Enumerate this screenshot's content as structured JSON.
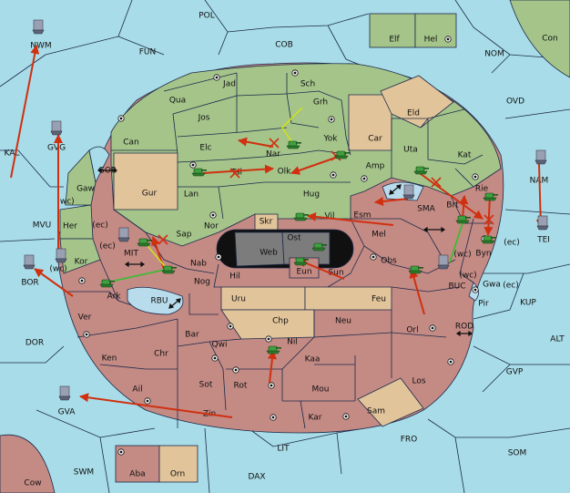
{
  "colors": {
    "sea": "#a8dce8",
    "green": "#a4c48a",
    "red": "#c48a84",
    "tan": "#e2c49a",
    "black": "#101010",
    "grey": "#7c7c7c",
    "lake": "#b8dcec",
    "move": "#d03010",
    "support": "#d0e020",
    "support2": "#30c030"
  },
  "labels": {
    "POL": "POL",
    "COB": "COB",
    "FUN": "FUN",
    "NWM": "NWM",
    "NOM": "NOM",
    "Con": "Con",
    "Elf": "Elf",
    "Hel": "Hel",
    "OVD": "OVD",
    "KAL": "KAL",
    "Jad": "Jad",
    "Sch": "Sch",
    "Qua": "Qua",
    "Jos": "Jos",
    "Grh": "Grh",
    "Eld": "Eld",
    "Can": "Can",
    "Car": "Car",
    "GVG": "GVG",
    "Elc": "Elc",
    "Nar": "Nar",
    "Yok": "Yok",
    "Uta": "Uta",
    "Kat": "Kat",
    "GOR": "GOR",
    "Gaw": "Gaw",
    "Amp": "Amp",
    "NAM": "NAM",
    "Tal": "Tal",
    "Olk": "Olk",
    "Gur": "Gur",
    "Lan": "Lan",
    "Hug": "Hug",
    "Rie": "Rie",
    "Brt": "Brt",
    "SMA": "SMA",
    "MVU": "MVU",
    "Her": "Her",
    "ec1": "(ec)",
    "wc1": "(wc)",
    "Nor": "Nor",
    "Vil": "Vil",
    "Esm": "Esm",
    "TEI": "TEI",
    "Sap": "Sap",
    "Skr": "Skr",
    "Ost": "Ost",
    "Mel": "Mel",
    "Byn": "Byn",
    "ec2": "(ec)",
    "MIT": "MIT",
    "ec3": "(ec)",
    "Web": "Web",
    "Kor": "Kor",
    "BOR": "BOR",
    "wc2": "(wc)",
    "Nab": "Nab",
    "Eun": "Eun",
    "Obs": "Obs",
    "wc3": "(wc)",
    "Sun": "Sun",
    "wc4": "(wc)",
    "Gwa": "Gwa",
    "ec4": "(ec)",
    "Ark": "Ark",
    "Hil": "Hil",
    "BUC": "BUC",
    "RBU": "RBU",
    "Nog": "Nog",
    "Pir": "Pir",
    "KUP": "KUP",
    "Uru": "Uru",
    "Feu": "Feu",
    "Ver": "Ver",
    "Chp": "Chp",
    "Neu": "Neu",
    "Orl": "Orl",
    "ROD": "ROD",
    "Bar": "Bar",
    "DOR": "DOR",
    "Qwi": "Qwi",
    "Nil": "Nil",
    "ALT": "ALT",
    "Ken": "Ken",
    "Chr": "Chr",
    "Kaa": "Kaa",
    "GVP": "GVP",
    "Los": "Los",
    "Ail": "Ail",
    "Sot": "Sot",
    "Rot": "Rot",
    "Mou": "Mou",
    "GVA": "GVA",
    "Zin": "Zin",
    "Sam": "Sam",
    "Kar": "Kar",
    "FRO": "FRO",
    "LIT": "LIT",
    "SOM": "SOM",
    "SWM": "SWM",
    "Aba": "Aba",
    "Orn": "Orn",
    "DAX": "DAX",
    "Cow": "Cow"
  }
}
